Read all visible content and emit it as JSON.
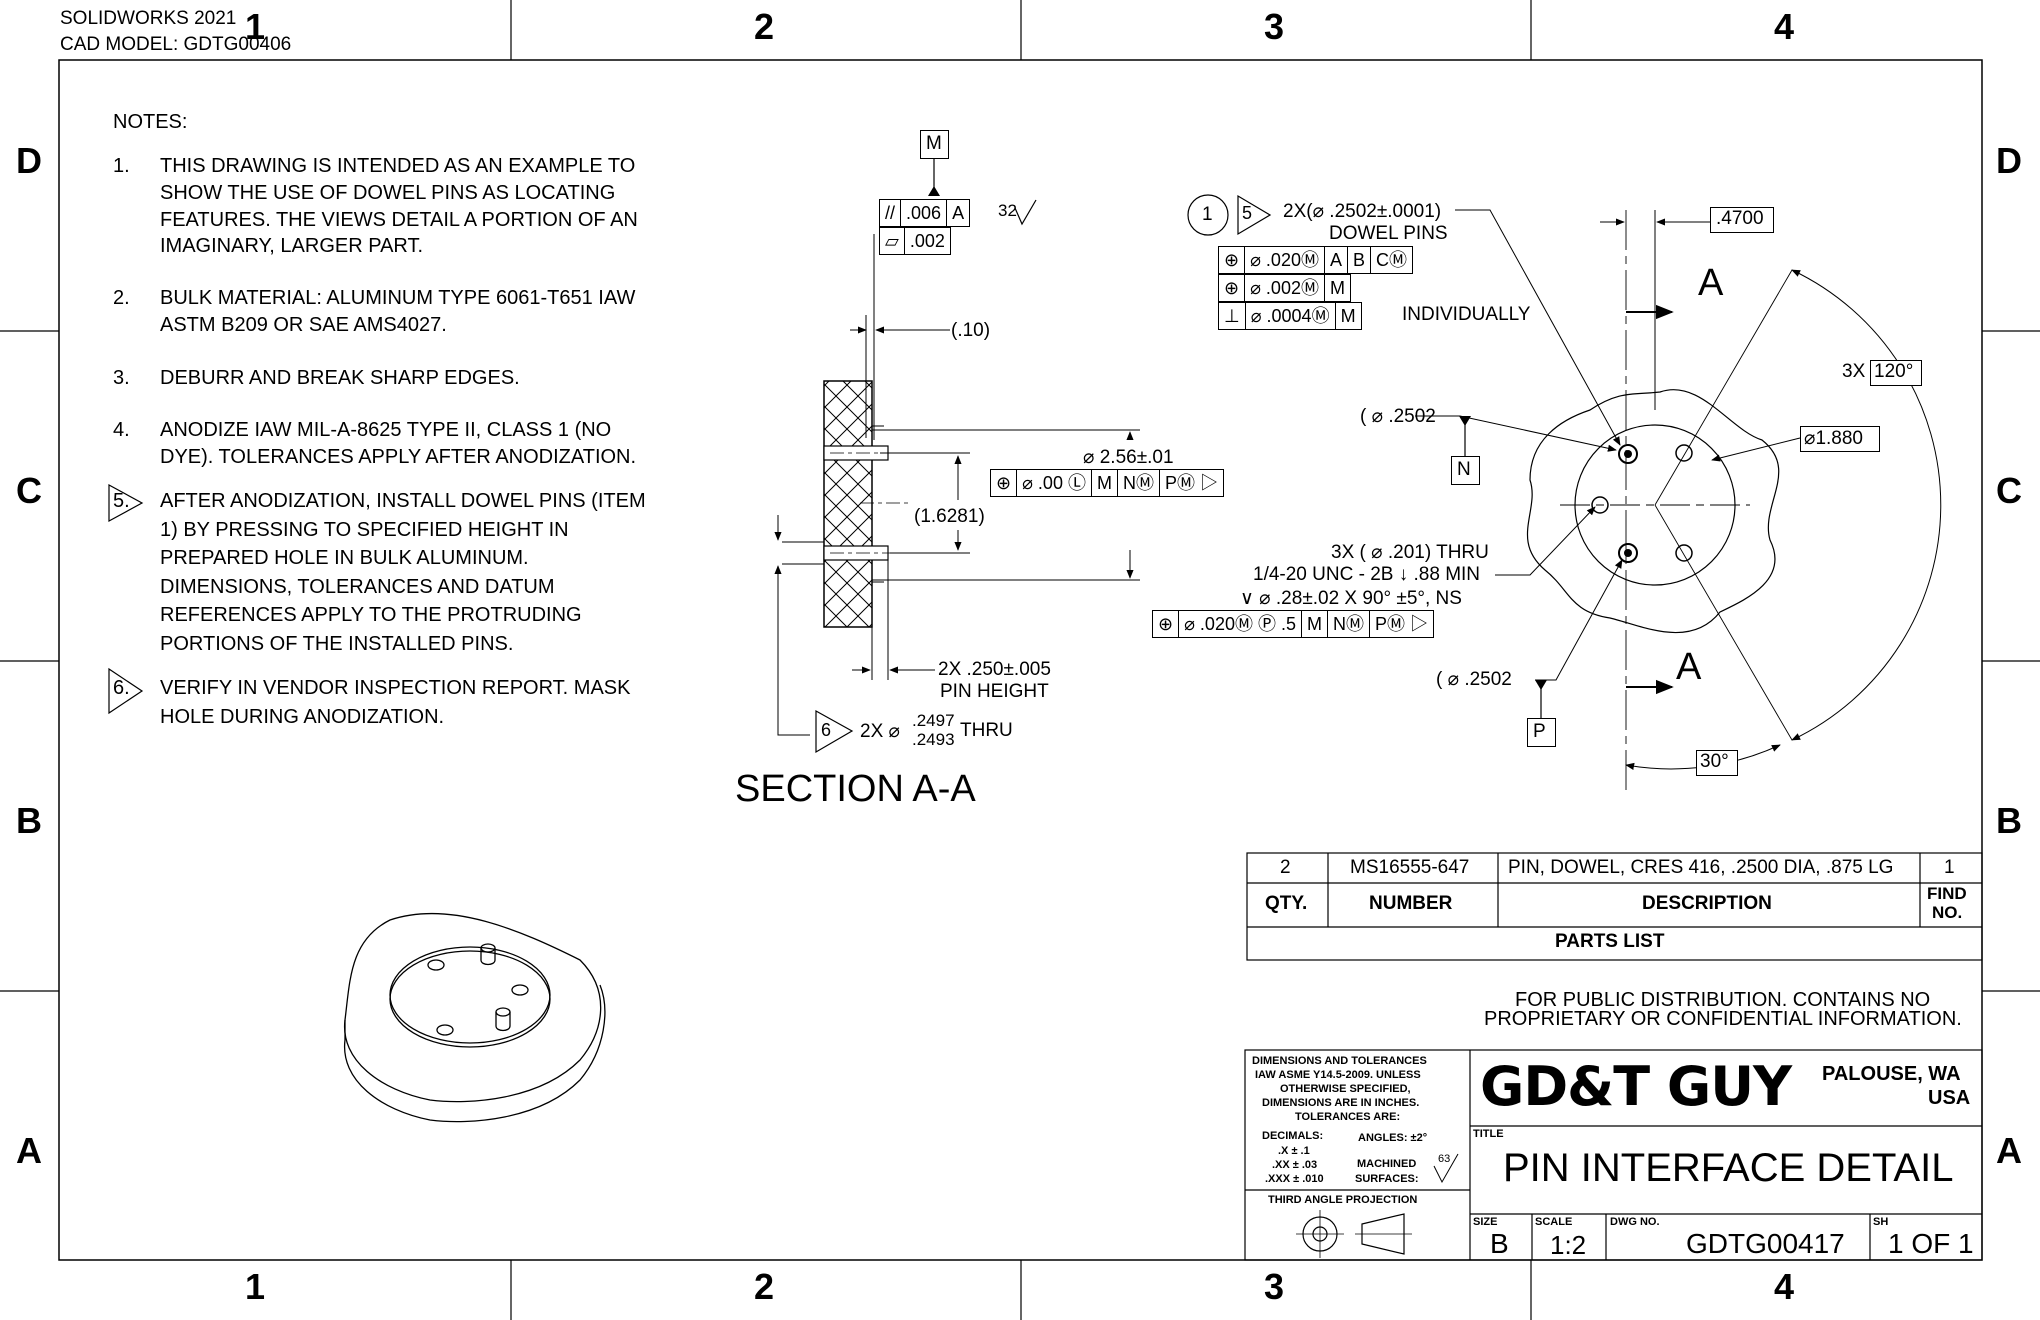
{
  "header": {
    "software": "SOLIDWORKS 2021",
    "cad_model": "CAD MODEL: GDTG00406"
  },
  "zones": {
    "columns": [
      "1",
      "2",
      "3",
      "4"
    ],
    "rows": [
      "D",
      "C",
      "B",
      "A"
    ]
  },
  "notes": {
    "heading": "NOTES:",
    "items": [
      {
        "num": "1.",
        "lines": [
          "THIS DRAWING IS INTENDED AS AN EXAMPLE TO",
          "SHOW THE USE OF DOWEL PINS AS LOCATING",
          "FEATURES.  THE VIEWS DETAIL A PORTION OF AN",
          "IMAGINARY, LARGER PART."
        ]
      },
      {
        "num": "2.",
        "lines": [
          "BULK MATERIAL: ALUMINUM TYPE 6061-T651 IAW",
          "ASTM B209 OR SAE AMS4027."
        ]
      },
      {
        "num": "3.",
        "lines": [
          "DEBURR AND BREAK SHARP EDGES."
        ]
      },
      {
        "num": "4.",
        "lines": [
          "ANODIZE IAW MIL-A-8625 TYPE II, CLASS 1 (NO",
          "DYE).  TOLERANCES APPLY AFTER ANODIZATION."
        ]
      },
      {
        "num": "5.",
        "lines": [
          "AFTER ANODIZATION, INSTALL DOWEL PINS (ITEM",
          "1) BY PRESSING TO SPECIFIED HEIGHT IN",
          "PREPARED HOLE IN BULK ALUMINUM.",
          "DIMENSIONS, TOLERANCES AND DATUM",
          "REFERENCES APPLY TO THE PROTRUDING",
          "PORTIONS OF THE INSTALLED PINS."
        ]
      },
      {
        "num": "6.",
        "lines": [
          "VERIFY IN VENDOR INSPECTION REPORT.  MASK",
          "HOLE DURING ANODIZATION."
        ]
      }
    ]
  },
  "section_view": {
    "title": "SECTION A-A",
    "datum_m": "M",
    "fcf_parallel": [
      "//",
      ".006",
      "A"
    ],
    "fcf_flatness": ".002",
    "surface_finish": "32",
    "dim_010": "(.10)",
    "dim_16281": "(1.6281)",
    "dim_256": "⌀ 2.56±.01",
    "fcf_position": [
      "⊕",
      "⌀ .00 Ⓛ",
      "M",
      "NⓂ",
      "PⓂ ▷"
    ],
    "pin_height_1": "2X .250±.005",
    "pin_height_2": "PIN HEIGHT",
    "hole_note_flag": "6",
    "hole_note_prefix": "2X ⌀",
    "hole_upper": ".2497",
    "hole_lower": ".2493",
    "hole_suffix": "THRU"
  },
  "plan_view": {
    "balloon": "1",
    "flag": "5",
    "pins_callout": "2X(⌀ .2502±.0001)",
    "pins_label": "DOWEL PINS",
    "fcf1": [
      "⊕",
      "⌀ .020Ⓜ",
      "A",
      "B",
      "CⓂ"
    ],
    "fcf2": [
      "⊕",
      "⌀ .002Ⓜ",
      "M"
    ],
    "fcf3": [
      "⊥",
      "⌀ .0004Ⓜ",
      "M"
    ],
    "individually": "INDIVIDUALLY",
    "dim_4700": ".4700",
    "section_a_top": "A",
    "section_a_bottom": "A",
    "dim_3x": "3X",
    "angle_120": "120°",
    "dim_1880": "⌀1.880",
    "datum_n_size": "( ⌀ .2502",
    "datum_n": "N",
    "tapped_1": "3X ( ⌀ .201) THRU",
    "tapped_2": "1/4-20 UNC - 2B ↓ .88 MIN",
    "tapped_3": "∨  ⌀ .28±.02 X 90°  ±5°, NS",
    "fcf_tapped": [
      "⊕",
      "⌀ .020Ⓜ Ⓟ .5",
      "M",
      "NⓂ",
      "PⓂ ▷"
    ],
    "datum_p_size": "( ⌀ .2502",
    "datum_p": "P",
    "angle_30": "30°"
  },
  "parts_list": {
    "row": {
      "qty": "2",
      "number": "MS16555-647",
      "description": "PIN, DOWEL, CRES 416, .2500 DIA, .875 LG",
      "find": "1"
    },
    "headers": {
      "qty": "QTY.",
      "number": "NUMBER",
      "description": "DESCRIPTION",
      "find_1": "FIND",
      "find_2": "NO."
    },
    "title": "PARTS LIST"
  },
  "distribution": {
    "line1": "FOR PUBLIC DISTRIBUTION.  CONTAINS NO",
    "line2": "PROPRIETARY OR CONFIDENTIAL INFORMATION."
  },
  "title_block": {
    "tolerance_lines": [
      "DIMENSIONS AND TOLERANCES",
      "IAW ASME Y14.5-2009.  UNLESS",
      "OTHERWISE SPECIFIED,",
      "DIMENSIONS ARE IN INCHES.",
      "TOLERANCES ARE:"
    ],
    "decimals_label": "DECIMALS:",
    "dec_x": ".X ± .1",
    "dec_xx": ".XX ± .03",
    "dec_xxx": ".XXX ± .010",
    "angles": "ANGLES: ±2°",
    "machined_1": "MACHINED",
    "machined_2": "SURFACES:",
    "machined_finish": "63",
    "projection": "THIRD ANGLE PROJECTION",
    "company": "GD&T GUY",
    "location_1": "PALOUSE, WA",
    "location_2": "USA",
    "title_label": "TITLE",
    "title": "PIN INTERFACE DETAIL",
    "size_label": "SIZE",
    "size": "B",
    "scale_label": "SCALE",
    "scale": "1:2",
    "dwg_label": "DWG NO.",
    "dwg": "GDTG00417",
    "sheet_label": "SH",
    "sheet": "1 OF 1"
  }
}
